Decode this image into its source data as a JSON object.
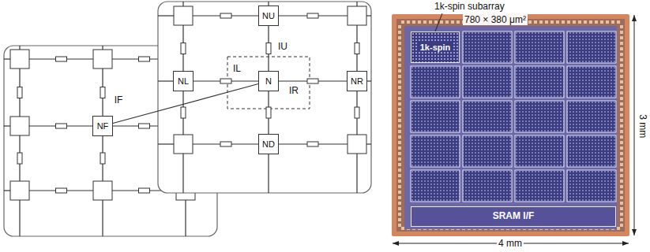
{
  "diagram": {
    "nodes": [
      {
        "text": [
          "NU"
        ]
      },
      {
        "text": [
          "NL"
        ]
      },
      {
        "text": [
          "N"
        ]
      },
      {
        "text": [
          "NR"
        ]
      },
      {
        "text": [
          "NF"
        ]
      },
      {
        "text": [
          "ND"
        ]
      },
      {
        "text": [
          "1k-spin"
        ]
      },
      {
        "text": [
          "SRAM I/F"
        ]
      }
    ],
    "edges": [
      {
        "from": 2,
        "to": 0,
        "arrow": "none",
        "label": "IU"
      },
      {
        "from": 2,
        "to": 1,
        "arrow": "none",
        "label": "IL"
      },
      {
        "from": 2,
        "to": 3,
        "arrow": "none",
        "label": "IR"
      },
      {
        "from": 2,
        "to": 5,
        "arrow": "none"
      },
      {
        "from": 2,
        "to": 4,
        "arrow": "none",
        "label": "IF"
      }
    ],
    "labels": [
      "1k-spin subarray",
      "780 × 380 μm²",
      "3 mm",
      "4 mm"
    ]
  }
}
